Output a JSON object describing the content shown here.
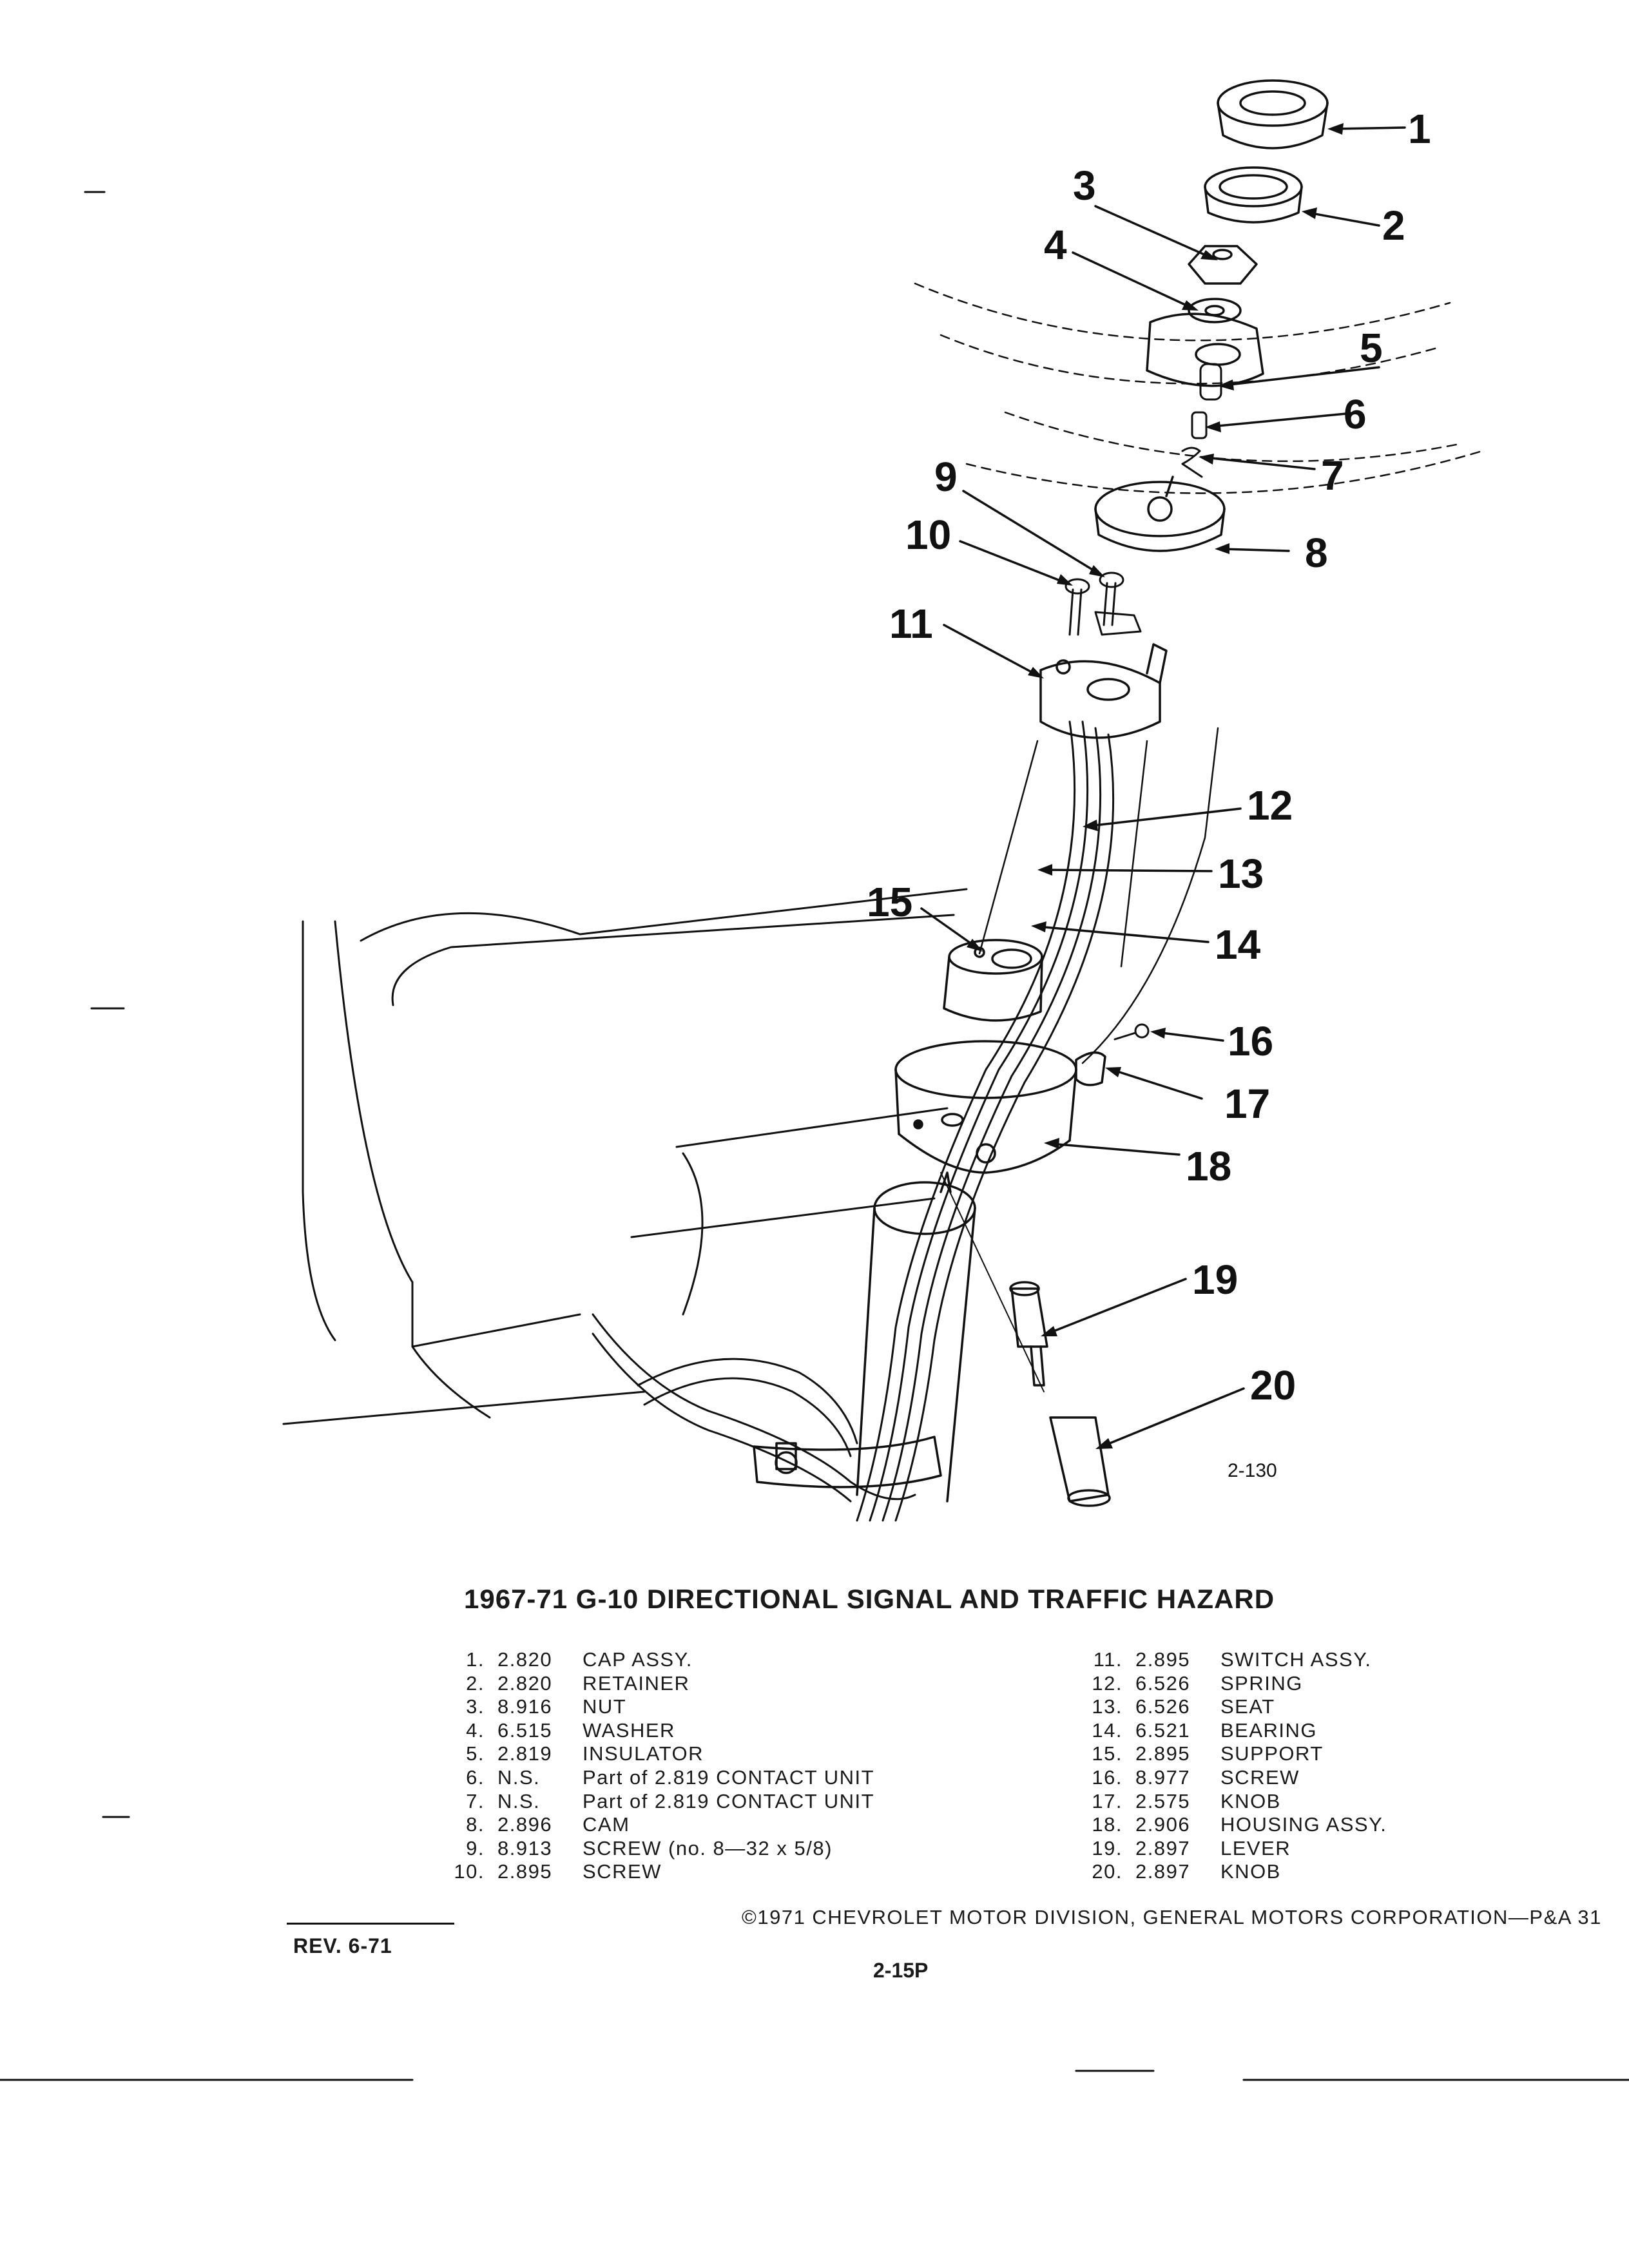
{
  "figure": {
    "reference": "2-130",
    "callouts": [
      "1",
      "2",
      "3",
      "4",
      "5",
      "6",
      "7",
      "8",
      "9",
      "10",
      "11",
      "12",
      "13",
      "14",
      "15",
      "16",
      "17",
      "18",
      "19",
      "20"
    ]
  },
  "title": "1967-71 G-10 DIRECTIONAL SIGNAL AND TRAFFIC HAZARD",
  "parts_left": [
    {
      "num": "1.",
      "code": "2.820",
      "name": "CAP ASSY."
    },
    {
      "num": "2.",
      "code": "2.820",
      "name": "RETAINER"
    },
    {
      "num": "3.",
      "code": "8.916",
      "name": "NUT"
    },
    {
      "num": "4.",
      "code": "6.515",
      "name": "WASHER"
    },
    {
      "num": "5.",
      "code": "2.819",
      "name": "INSULATOR"
    },
    {
      "num": "6.",
      "code": "N.S.",
      "name": "Part of 2.819 CONTACT UNIT"
    },
    {
      "num": "7.",
      "code": "N.S.",
      "name": "Part of 2.819 CONTACT UNIT"
    },
    {
      "num": "8.",
      "code": "2.896",
      "name": "CAM"
    },
    {
      "num": "9.",
      "code": "8.913",
      "name": "SCREW (no. 8—32 x 5/8)"
    },
    {
      "num": "10.",
      "code": "2.895",
      "name": "SCREW"
    }
  ],
  "parts_right": [
    {
      "num": "11.",
      "code": "2.895",
      "name": "SWITCH ASSY."
    },
    {
      "num": "12.",
      "code": "6.526",
      "name": "SPRING"
    },
    {
      "num": "13.",
      "code": "6.526",
      "name": "SEAT"
    },
    {
      "num": "14.",
      "code": "6.521",
      "name": "BEARING"
    },
    {
      "num": "15.",
      "code": "2.895",
      "name": "SUPPORT"
    },
    {
      "num": "16.",
      "code": "8.977",
      "name": "SCREW"
    },
    {
      "num": "17.",
      "code": "2.575",
      "name": "KNOB"
    },
    {
      "num": "18.",
      "code": "2.906",
      "name": "HOUSING ASSY."
    },
    {
      "num": "19.",
      "code": "2.897",
      "name": "LEVER"
    },
    {
      "num": "20.",
      "code": "2.897",
      "name": "KNOB"
    }
  ],
  "footer": {
    "copyright": "©1971 CHEVROLET MOTOR DIVISION, GENERAL MOTORS CORPORATION—P&A 31",
    "revision": "REV. 6-71",
    "page_number": "2-15P"
  }
}
